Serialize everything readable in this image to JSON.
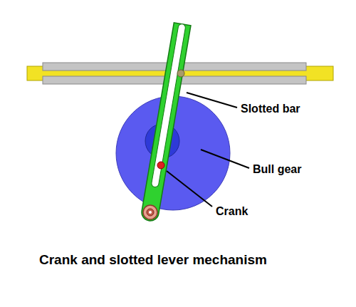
{
  "diagram": {
    "caption": "Crank and slotted lever mechanism",
    "labels": [
      "Slotted bar",
      "Bull gear",
      "Crank"
    ]
  }
}
